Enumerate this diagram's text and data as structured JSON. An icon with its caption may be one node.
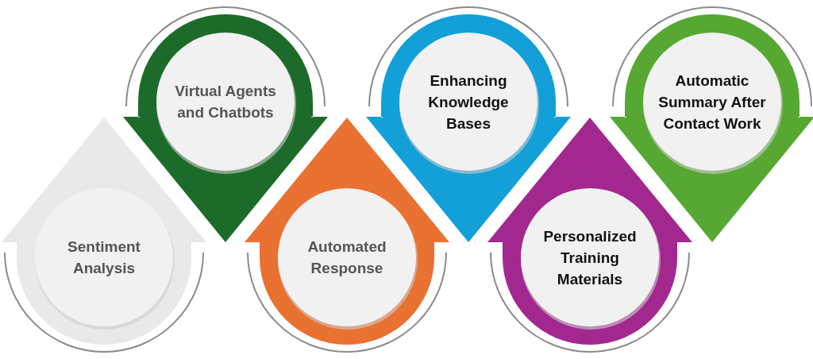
{
  "diagram": {
    "nodes": [
      {
        "text": [
          "Sentiment Analysis"
        ]
      },
      {
        "text": [
          "Virtual Agents and Chatbots"
        ]
      },
      {
        "text": [
          "Automated Response"
        ]
      },
      {
        "text": [
          "Enhancing Knowledge Bases"
        ]
      },
      {
        "text": [
          "Personalized Training Materials"
        ]
      },
      {
        "text": [
          "Automatic Summary After Contact Work"
        ]
      }
    ]
  }
}
